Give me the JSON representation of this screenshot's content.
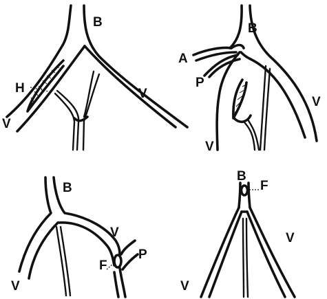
{
  "labels": {
    "panel_top_left": {
      "b": "B",
      "h": "H",
      "v_left": "V",
      "v_right": "V"
    },
    "panel_top_right": {
      "b": "B",
      "a": "A",
      "p": "P",
      "v_left": "V",
      "v_right": "V"
    },
    "panel_bottom_left": {
      "b": "B",
      "v_right": "V",
      "f": "F",
      "p": "P",
      "v_left": "V"
    },
    "panel_bottom_right": {
      "b": "B",
      "f": "F",
      "v_right": "V",
      "v_left": "V"
    }
  }
}
